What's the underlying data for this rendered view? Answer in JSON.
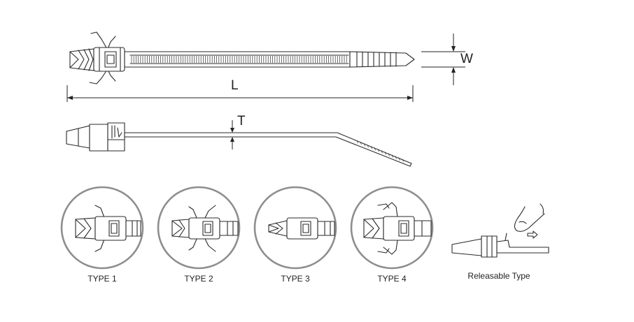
{
  "dimensions": {
    "length_label": "L",
    "width_label": "W",
    "thickness_label": "T"
  },
  "types": [
    {
      "label": "TYPE 1"
    },
    {
      "label": "TYPE 2"
    },
    {
      "label": "TYPE 3"
    },
    {
      "label": "TYPE 4"
    }
  ],
  "releasable": {
    "label": "Releasable Type"
  }
}
